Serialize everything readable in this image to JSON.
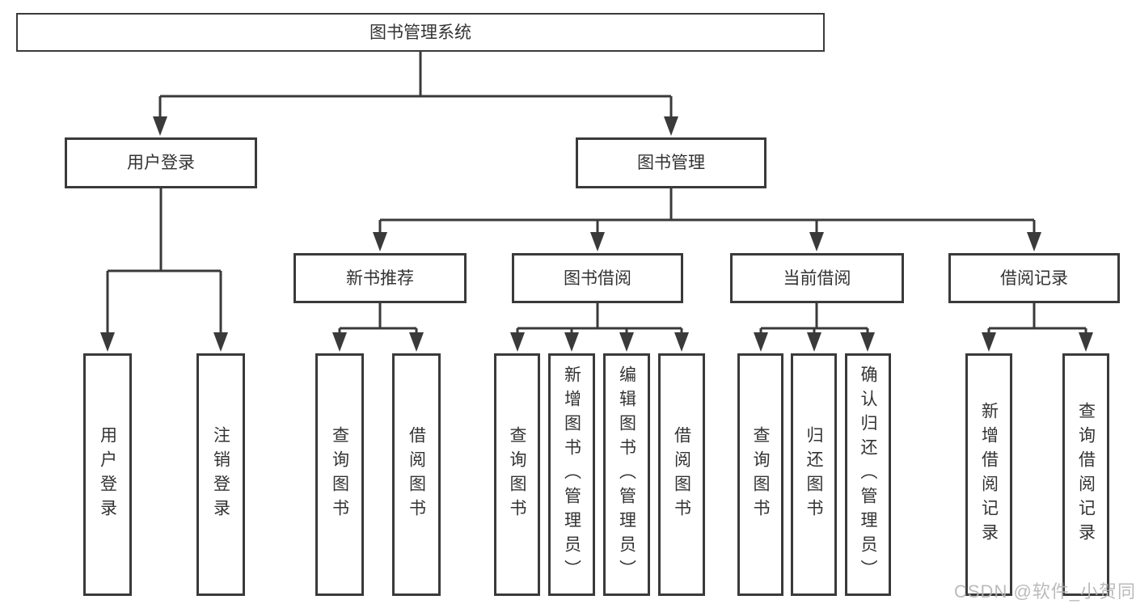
{
  "colors": {
    "line": "#3a3a3a",
    "text": "#333333",
    "background": "#ffffff",
    "watermark": "#b4b4b4"
  },
  "tree": {
    "root": {
      "label": "图书管理系统"
    },
    "children": [
      {
        "label": "用户登录",
        "children": [
          {
            "label": "用户登录"
          },
          {
            "label": "注销登录"
          }
        ]
      },
      {
        "label": "图书管理",
        "children": [
          {
            "label": "新书推荐",
            "children": [
              {
                "label": "查询图书"
              },
              {
                "label": "借阅图书"
              }
            ]
          },
          {
            "label": "图书借阅",
            "children": [
              {
                "label": "查询图书"
              },
              {
                "label": "新增图书（管理员）"
              },
              {
                "label": "编辑图书（管理员）"
              },
              {
                "label": "借阅图书"
              }
            ]
          },
          {
            "label": "当前借阅",
            "children": [
              {
                "label": "查询图书"
              },
              {
                "label": "归还图书"
              },
              {
                "label": "确认归还（管理员）"
              }
            ]
          },
          {
            "label": "借阅记录",
            "children": [
              {
                "label": "新增借阅记录"
              },
              {
                "label": "查询借阅记录"
              }
            ]
          }
        ]
      }
    ]
  },
  "watermark": {
    "text": "CSDN @软件_小贺同学"
  }
}
